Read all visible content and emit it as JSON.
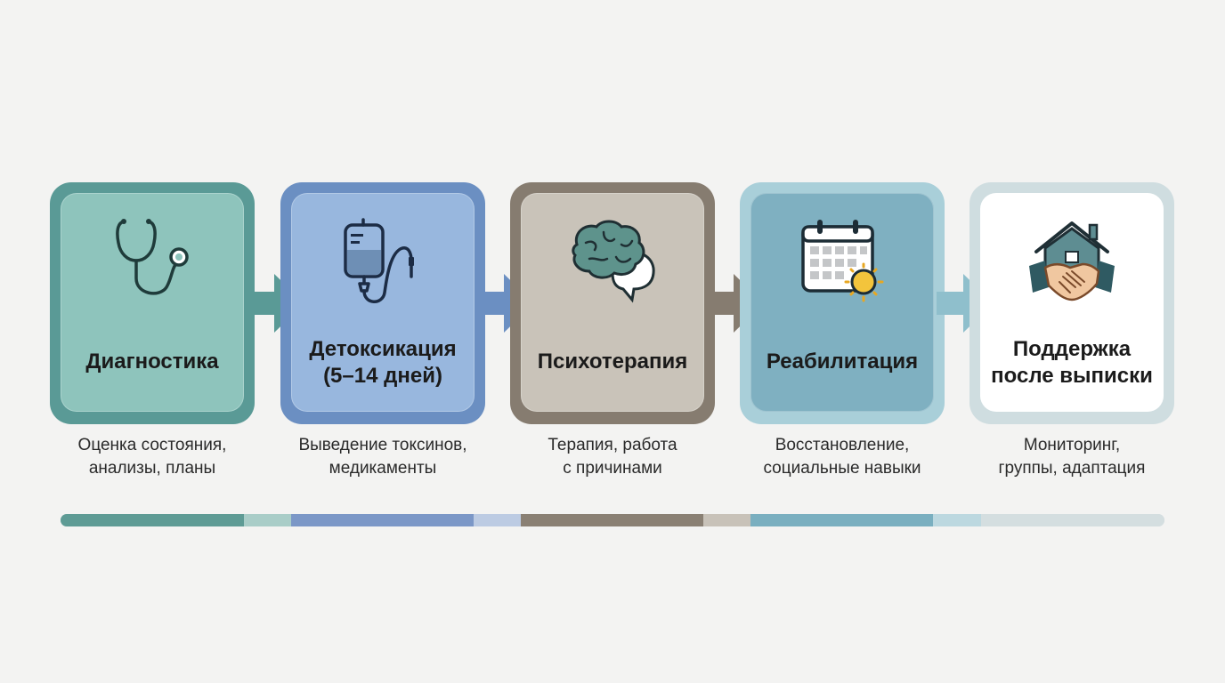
{
  "steps": [
    {
      "title": "Диагностика",
      "desc": "Оценка состояния,\nанализы, планы",
      "icon": "stethoscope-icon",
      "outer": "#5a9a96",
      "inner": "#8ec4bc",
      "arrow": "#5a9a96"
    },
    {
      "title": "Детоксикация\n(5–14 дней)",
      "desc": "Выведение токсинов,\nмедикаменты",
      "icon": "iv-drip-icon",
      "outer": "#6b8fc2",
      "inner": "#98b7de",
      "arrow": "#6b8fc2"
    },
    {
      "title": "Психотерапия",
      "desc": "Терапия, работа\nс причинами",
      "icon": "brain-speech-icon",
      "outer": "#867c70",
      "inner": "#c9c3b9",
      "arrow": "#867c70"
    },
    {
      "title": "Реабилитация",
      "desc": "Восстановление,\nсоциальные навыки",
      "icon": "calendar-sun-icon",
      "outer": "#a9cfd9",
      "inner": "#7fb0c1",
      "arrow": "#8fbfcc"
    },
    {
      "title": "Поддержка\nпосле выписки",
      "desc": "Мониторинг,\nгруппы, адаптация",
      "icon": "house-handshake-icon",
      "outer": "#cfdde0",
      "inner": "#ffffff",
      "arrow": null
    }
  ],
  "progress": [
    {
      "color": "#5e9b95",
      "light": "#a9cdc8"
    },
    {
      "color": "#7b97c7",
      "light": "#bccbe3"
    },
    {
      "color": "#8a8074",
      "light": "#c8c2b9"
    },
    {
      "color": "#7aafc0",
      "light": "#bcd8e0"
    },
    {
      "color": "#d4dee0",
      "light": "#d4dee0"
    }
  ]
}
